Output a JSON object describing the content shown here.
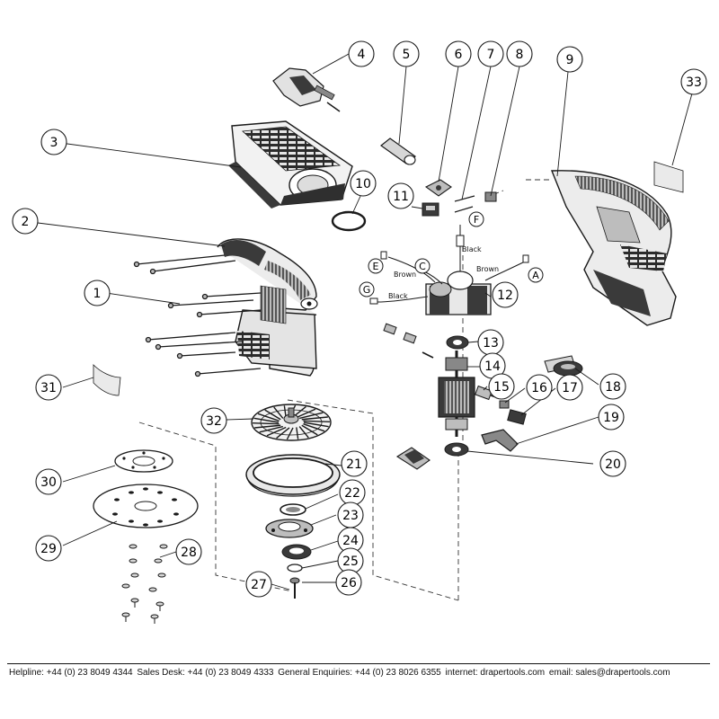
{
  "callouts": [
    "1",
    "2",
    "3",
    "4",
    "5",
    "6",
    "7",
    "8",
    "9",
    "10",
    "11",
    "12",
    "13",
    "14",
    "15",
    "16",
    "17",
    "18",
    "19",
    "20",
    "21",
    "22",
    "23",
    "24",
    "25",
    "26",
    "27",
    "28",
    "29",
    "30",
    "31",
    "32",
    "33"
  ],
  "wire_terminals": [
    "A",
    "C",
    "E",
    "F",
    "G"
  ],
  "wire_labels": {
    "brown_left": "Brown",
    "brown_right": "Brown",
    "black_top": "Black",
    "black_left": "Black"
  },
  "footer": {
    "helpline": "Helpline: +44 (0) 23 8049 4344",
    "sales": "Sales Desk: +44 (0) 23 8049 4333",
    "enquiries": "General Enquiries: +44 (0) 23 8026 6355",
    "internet": "internet: drapertools.com",
    "email": "email: sales@drapertools.com"
  },
  "colors": {
    "line": "#1a1a1a",
    "fill_dark": "#3a3a3a",
    "fill_mid": "#8a8a8a",
    "fill_light": "#d8d8d8"
  }
}
